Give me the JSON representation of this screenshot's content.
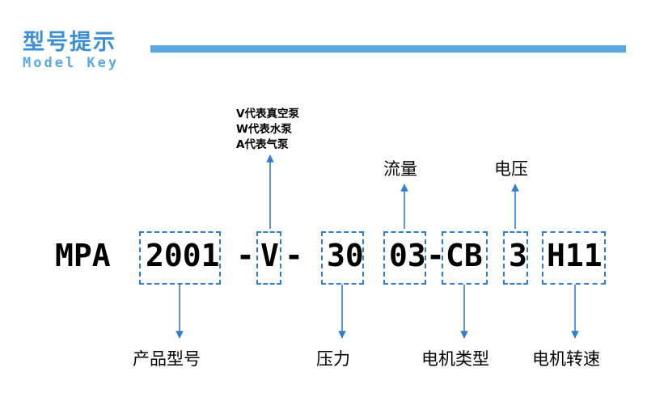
{
  "header": {
    "title": "型号提示",
    "subtitle": "Model Key",
    "bar_color": "#5aa7e0"
  },
  "model": {
    "prefix": "MPA",
    "segments": [
      {
        "id": "series",
        "text": "2001",
        "boxed": true
      },
      {
        "id": "dash-left",
        "text": "-",
        "boxed": false
      },
      {
        "id": "type",
        "text": "V",
        "boxed": true
      },
      {
        "id": "dash-right",
        "text": "-",
        "boxed": false
      },
      {
        "id": "pressure",
        "text": "30",
        "boxed": true
      },
      {
        "id": "flow",
        "text": "03",
        "boxed": true
      },
      {
        "id": "dash-mid",
        "text": "-",
        "boxed": false
      },
      {
        "id": "motor-type",
        "text": "CB",
        "boxed": true
      },
      {
        "id": "voltage",
        "text": "3",
        "boxed": true
      },
      {
        "id": "motor-speed",
        "text": "H11",
        "boxed": true
      }
    ]
  },
  "callouts": {
    "type_note": "V代表真空泵\nW代表水泵\nA代表气泵",
    "flow": "流量",
    "voltage": "电压",
    "product_model": "产品型号",
    "pressure": "压力",
    "motor_type": "电机类型",
    "motor_speed": "电机转速"
  },
  "colors": {
    "accent": "#3b8fd4",
    "accent_light": "#5aaae0",
    "arrow": "#2f7fd0",
    "dash_box": "#2f7fd0",
    "text": "#000000"
  }
}
